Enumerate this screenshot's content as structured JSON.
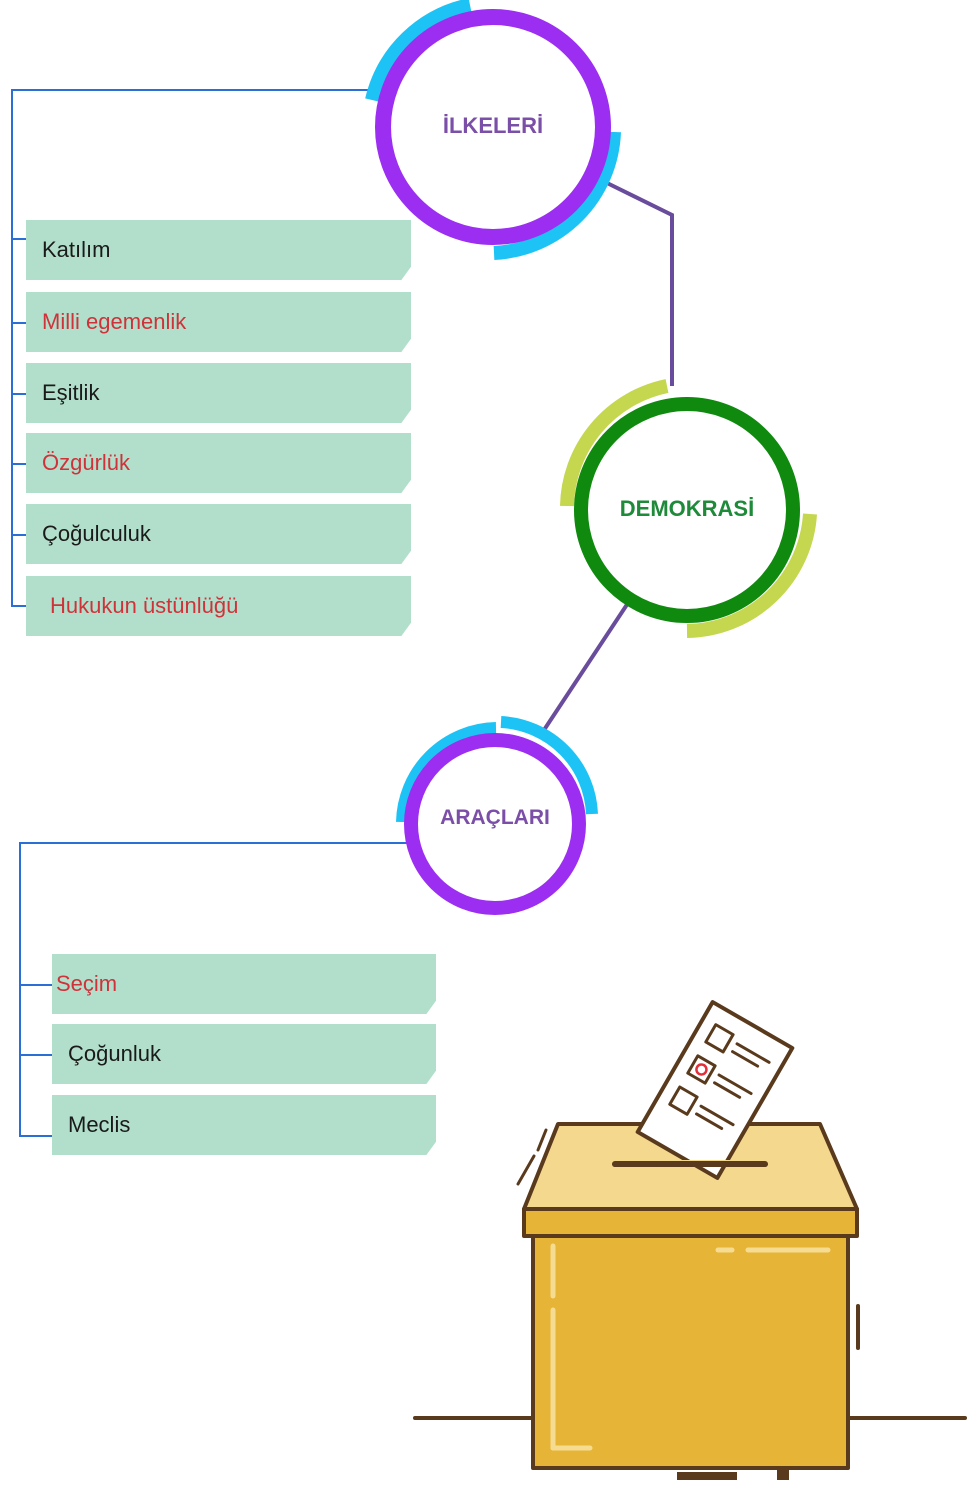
{
  "nodes": {
    "center": {
      "label": "DEMOKRASİ",
      "color": "#1e8a3a"
    },
    "principles": {
      "label": "İLKELERİ",
      "color": "#7b4fa8"
    },
    "tools": {
      "label": "ARAÇLARI",
      "color": "#7b4fa8"
    }
  },
  "principles": [
    {
      "label": "Katılım",
      "color": "#1a1a1a"
    },
    {
      "label": "Milli egemenlik",
      "color": "#d0323a"
    },
    {
      "label": "Eşitlik",
      "color": "#1a1a1a"
    },
    {
      "label": "Özgürlük",
      "color": "#d0323a"
    },
    {
      "label": "Çoğulculuk",
      "color": "#1a1a1a"
    },
    {
      "label": "Hukukun üstünlüğü",
      "color": "#d0323a"
    }
  ],
  "tools": [
    {
      "label": "Seçim",
      "color": "#d0323a"
    },
    {
      "label": "Çoğunluk",
      "color": "#1a1a1a"
    },
    {
      "label": "Meclis",
      "color": "#1a1a1a"
    }
  ],
  "colors": {
    "purple_ring": "#9b2ef0",
    "cyan_ring": "#1ec3f5",
    "green_ring": "#0f8a0f",
    "lime_ring": "#c5d64f",
    "connector": "#6a4c9c",
    "bracket": "#2a6fd6",
    "item_bg": "#b2dfcb",
    "box_body": "#e6b437",
    "box_lid": "#f4d88e",
    "outline": "#5a3a1c"
  }
}
